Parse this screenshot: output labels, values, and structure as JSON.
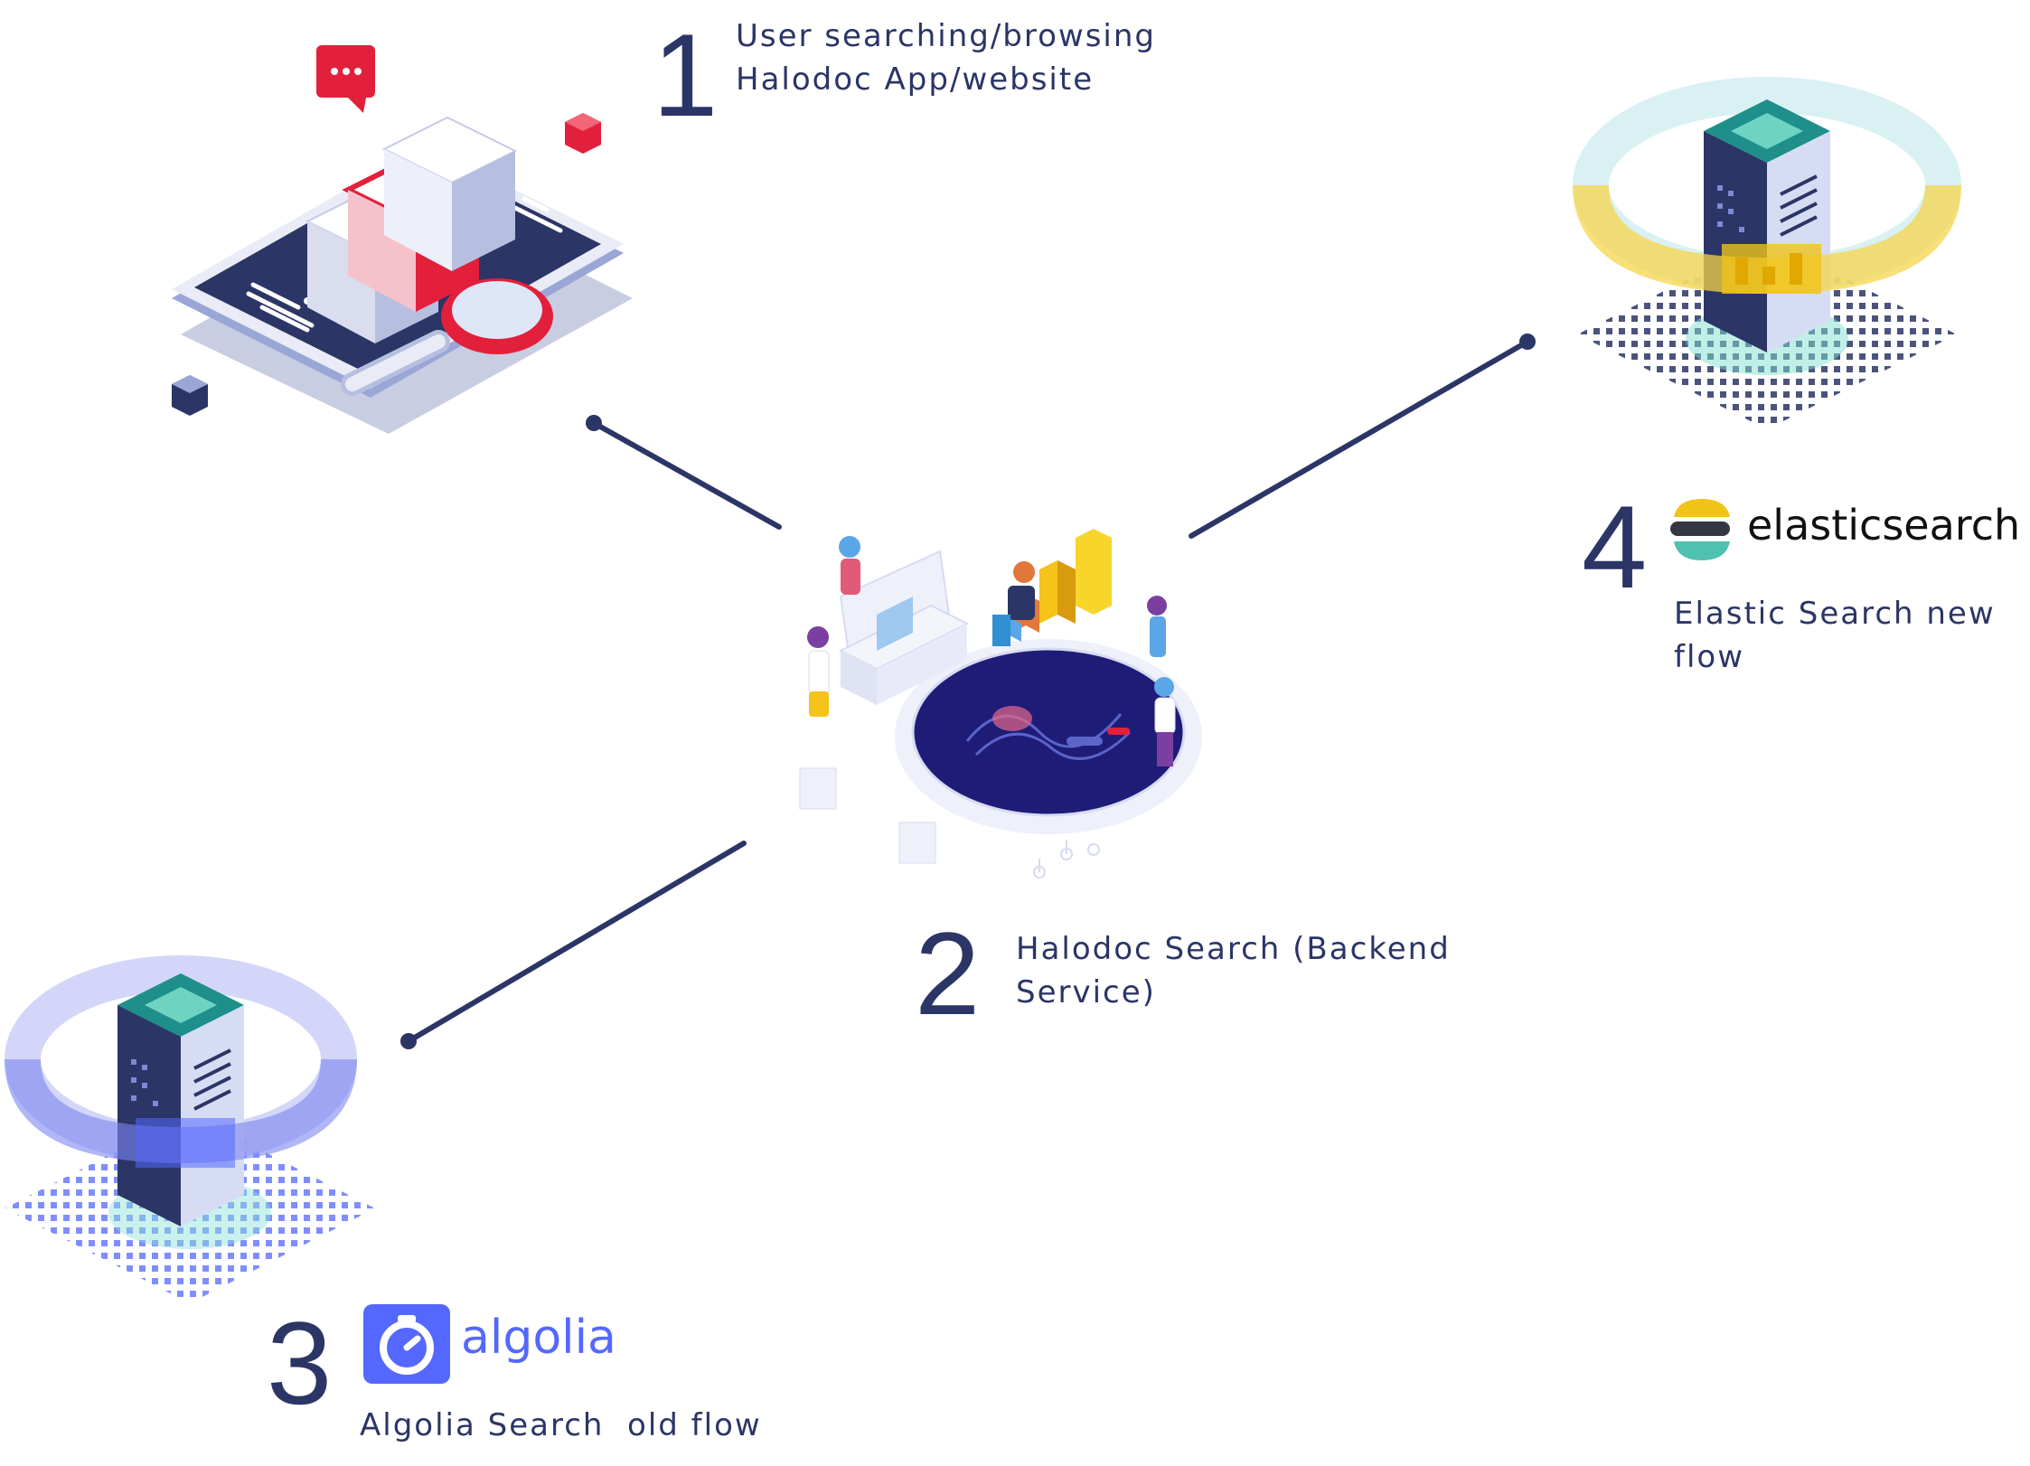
{
  "steps": [
    {
      "number": "1",
      "lines": [
        "User searching/browsing",
        "Halodoc App/website"
      ]
    },
    {
      "number": "2",
      "lines": [
        "Halodoc Search (Backend",
        "Service)"
      ]
    },
    {
      "number": "3",
      "brand": "algolia",
      "lines": [
        "Algolia Search  old flow"
      ]
    },
    {
      "number": "4",
      "brand": "elasticsearch",
      "lines": [
        "Elastic Search new",
        "flow"
      ]
    }
  ],
  "colors": {
    "connector": "#2b3566",
    "text": "#2b3566",
    "algolia": "#5468ff",
    "elastic_yellow": "#f0c419",
    "elastic_teal": "#4fc1b0",
    "elastic_dark": "#343741",
    "accent_red": "#e2203c"
  },
  "icons": [
    "phone-app-illustration",
    "backend-team-illustration",
    "algolia-server-illustration",
    "elastic-server-illustration",
    "algolia-logo-icon",
    "elasticsearch-logo-icon"
  ]
}
